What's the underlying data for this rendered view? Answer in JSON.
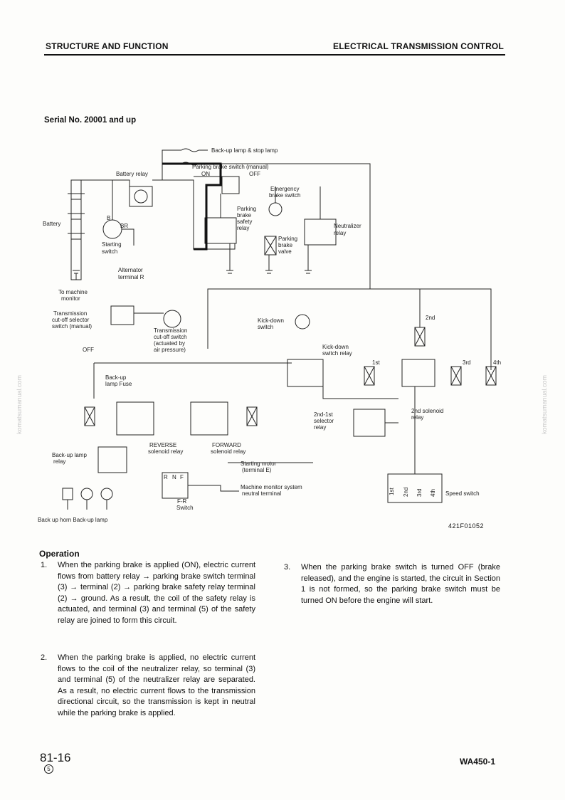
{
  "header": {
    "left": "STRUCTURE AND FUNCTION",
    "right": "ELECTRICAL TRANSMISSION CONTROL"
  },
  "serial": "Serial No. 20001 and up",
  "diagram": {
    "labels": {
      "backup_stop": "Back-up lamp & stop lamp",
      "pb_switch": "Parking brake switch (manual)",
      "on": "ON",
      "off_arrow": "OFF",
      "battery_relay": "Battery relay",
      "battery": "Battery",
      "br": "BR",
      "b": "B",
      "starting_switch_1": "Starting",
      "starting_switch_2": "switch",
      "alternator_1": "Alternator",
      "alternator_2": "terminal R",
      "emergency_1": "Emergency",
      "emergency_2": "brake switch",
      "safety_1": "Parking",
      "safety_2": "brake",
      "safety_3": "safety",
      "safety_4": "relay",
      "pb_valve_1": "Parking",
      "pb_valve_2": "brake",
      "pb_valve_3": "valve",
      "neutralizer_1": "Neutralizer",
      "neutralizer_2": "relay",
      "to_monitor_1": "To machine",
      "to_monitor_2": "monitor",
      "trans_cutoff_sel_1": "Transmission",
      "trans_cutoff_sel_2": "cut-off selector",
      "trans_cutoff_sel_3": "switch (manual)",
      "off_sel": "OFF",
      "trans_cutoff_1": "Transmission",
      "trans_cutoff_2": "cut-off switch",
      "trans_cutoff_3": "(actuated by",
      "trans_cutoff_4": "air pressure)",
      "kickdown_1": "Kick-down",
      "kickdown_2": "switch",
      "kickdown_relay_1": "Kick-down",
      "kickdown_relay_2": "switch relay",
      "backup_fuse_1": "Back-up",
      "backup_fuse_2": "lamp Fuse",
      "reverse_1": "REVERSE",
      "reverse_2": "solenoid relay",
      "forward_1": "FORWARD",
      "forward_2": "solenoid relay",
      "starting_motor_1": "Starting motor",
      "starting_motor_2": "(terminal E)",
      "monitor_neutral_1": "Machine monitor system",
      "monitor_neutral_2": "neutral terminal",
      "backup_relay_1": "Back-up lamp",
      "backup_relay_2": "relay",
      "fr_switch_1": "F-R",
      "fr_switch_2": "Switch",
      "horn_lamp": "Back up horn   Back-up lamp",
      "first": "1st",
      "second": "2nd",
      "third": "3rd",
      "fourth": "4th",
      "sel21_1": "2nd-1st",
      "sel21_2": "selector",
      "sel21_3": "relay",
      "sol2_1": "2nd solenoid",
      "sol2_2": "relay",
      "speed_switch": "Speed switch",
      "r": "R",
      "f": "F",
      "n": "N"
    },
    "figure_no": "421F01052"
  },
  "operation": {
    "title": "Operation",
    "items": [
      {
        "num": "1.",
        "text": "When the parking brake is applied (ON), electric current flows from battery relay → parking brake switch terminal (3) → terminal (2) → parking brake safety relay terminal (2) → ground. As a result, the coil of the safety relay is actuated, and terminal (3) and terminal (5) of the safety relay are joined to form this circuit."
      },
      {
        "num": "2.",
        "text": "When the parking brake is applied, no electric current flows to the coil of the neutralizer relay, so terminal (3) and terminal (5) of the neutralizer relay are separated. As a result, no electric current flows to the transmission directional circuit, so the transmission is kept in neutral while the parking brake is applied."
      },
      {
        "num": "3.",
        "text": "When the parking brake switch is turned OFF (brake released), and the engine is started, the circuit in Section 1 is not formed, so the parking brake switch must be turned ON before the engine will start."
      }
    ]
  },
  "footer": {
    "page": "81-16",
    "revision": "5",
    "model": "WA450-1"
  },
  "watermark": "komatsumanual.com"
}
